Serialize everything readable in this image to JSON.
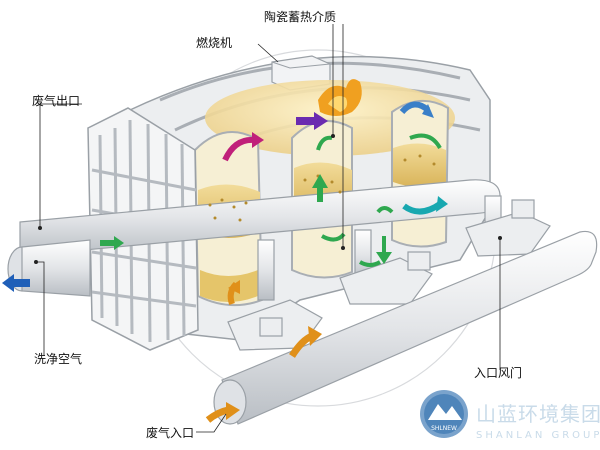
{
  "labels": {
    "ceramic_media": "陶瓷蓄热介质",
    "burner": "燃烧机",
    "exhaust_outlet": "废气出口",
    "clean_air": "洗净空气",
    "inlet_damper": "入口风门",
    "exhaust_inlet": "废气入口"
  },
  "watermark": {
    "company_cn": "山蓝环境集团",
    "company_en": "SHANLAN GROUP",
    "logo_text": "SHLNEW"
  },
  "colors": {
    "structure": "#e9eaec",
    "structure_stroke": "#9aa0a6",
    "media": "#e2c67a",
    "chamber_hot": "#f6e7b5",
    "flame": "#f0a020",
    "arrow_green": "#2fa84f",
    "arrow_magenta": "#c0207a",
    "arrow_purple": "#6a2bb0",
    "arrow_blue": "#3a7fc8",
    "arrow_teal": "#18a8b0",
    "arrow_orange": "#e0901a",
    "outlet_arrow": "#1f5fb8"
  },
  "icons": [
    "green-flow-arrow-icon",
    "magenta-flow-arrow-icon",
    "purple-flow-arrow-icon",
    "blue-flow-arrow-icon",
    "teal-flow-arrow-icon",
    "orange-flow-arrow-icon",
    "outlet-arrow-icon",
    "flame-icon"
  ]
}
